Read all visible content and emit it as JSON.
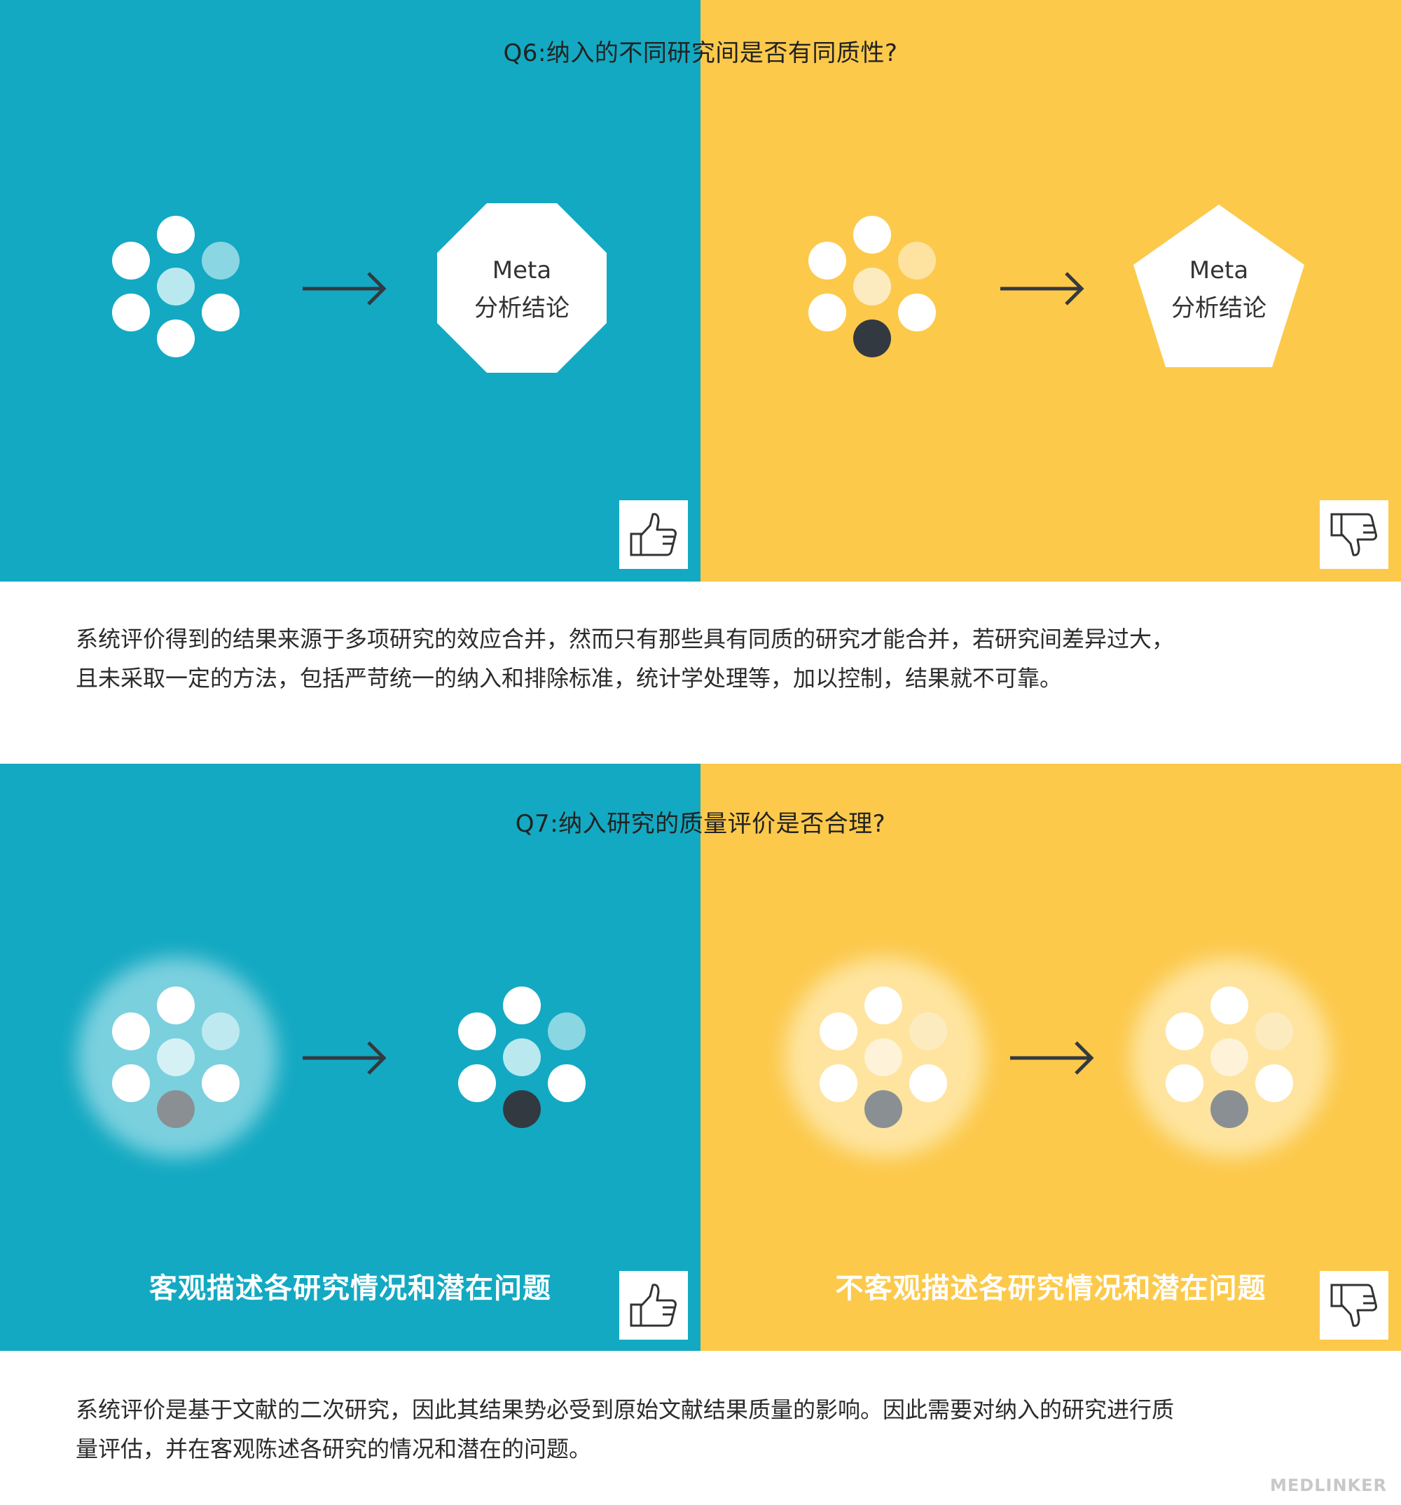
{
  "q6": {
    "title": "Q6:纳入的不同研究间是否有同质性?",
    "good_label_line1": "Meta",
    "good_label_line2": "分析结论",
    "bad_label_line1": "Meta",
    "bad_label_line2": "分析结论",
    "good_icon": "thumbs-up-icon",
    "bad_icon": "thumbs-down-icon",
    "paragraph_line1": "系统评价得到的结果来源于多项研究的效应合并，然而只有那些具有同质的研究才能合并，若研究间差异过大，",
    "paragraph_line2": "且未采取一定的方法，包括严苛统一的纳入和排除标准，统计学处理等，加以控制，结果就不可靠。"
  },
  "q7": {
    "title": "Q7:纳入研究的质量评价是否合理?",
    "good_caption": "客观描述各研究情况和潜在问题",
    "bad_caption": "不客观描述各研究情况和潜在问题",
    "good_icon": "thumbs-up-icon",
    "bad_icon": "thumbs-down-icon",
    "paragraph_line1": "系统评价是基于文献的二次研究，因此其结果势必受到原始文献结果质量的影响。因此需要对纳入的研究进行质",
    "paragraph_line2": "量评估，并在客观陈述各研究的情况和潜在的问题。"
  },
  "watermark": "MEDLINKER",
  "colors": {
    "teal": "#13a9c2",
    "yellow": "#fcc94b",
    "dark_dot": "#333940",
    "grey_dot": "#8a8a8a"
  }
}
